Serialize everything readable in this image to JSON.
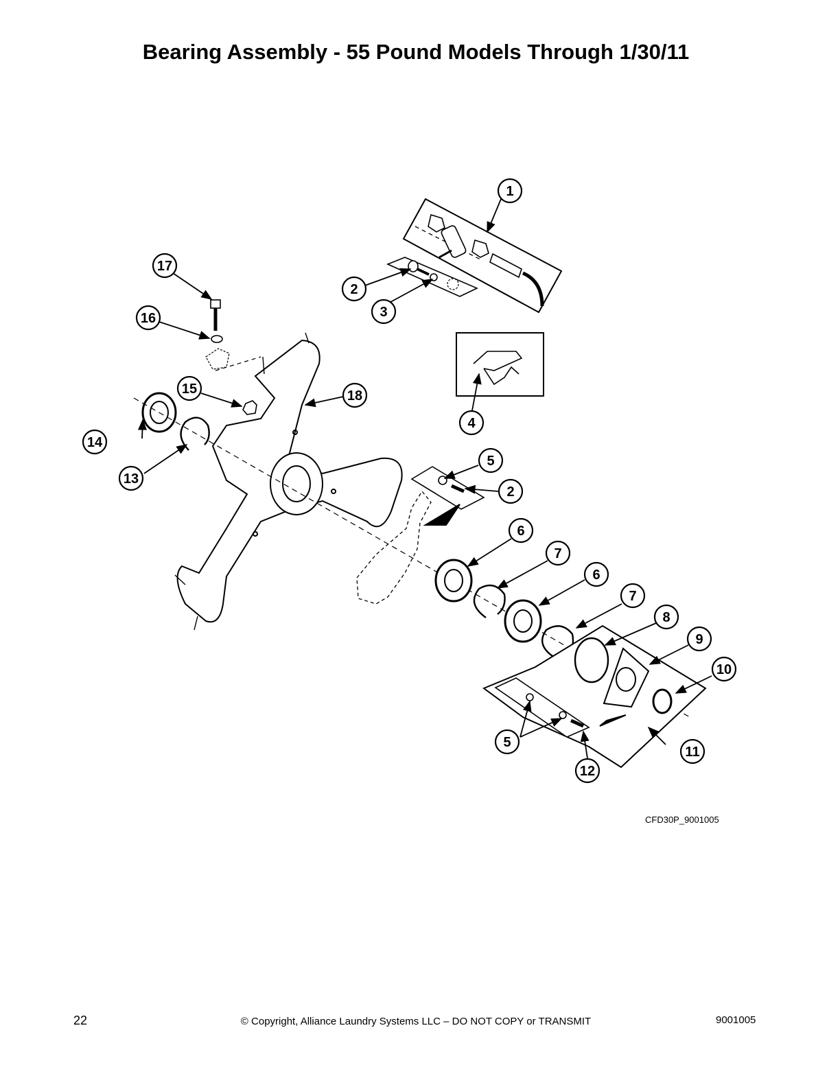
{
  "page_title": "Bearing Assembly - 55 Pound Models Through 1/30/11",
  "figure_id": "CFD30P_9001005",
  "footer": {
    "page_number": "22",
    "copyright": "© Copyright, Alliance Laundry Systems LLC – DO NOT COPY or TRANSMIT",
    "document_number": "9001005"
  },
  "callouts": [
    "1",
    "2",
    "3",
    "4",
    "5",
    "2",
    "6",
    "7",
    "6",
    "7",
    "8",
    "9",
    "10",
    "11",
    "5",
    "12",
    "13",
    "14",
    "15",
    "16",
    "17",
    "18"
  ]
}
